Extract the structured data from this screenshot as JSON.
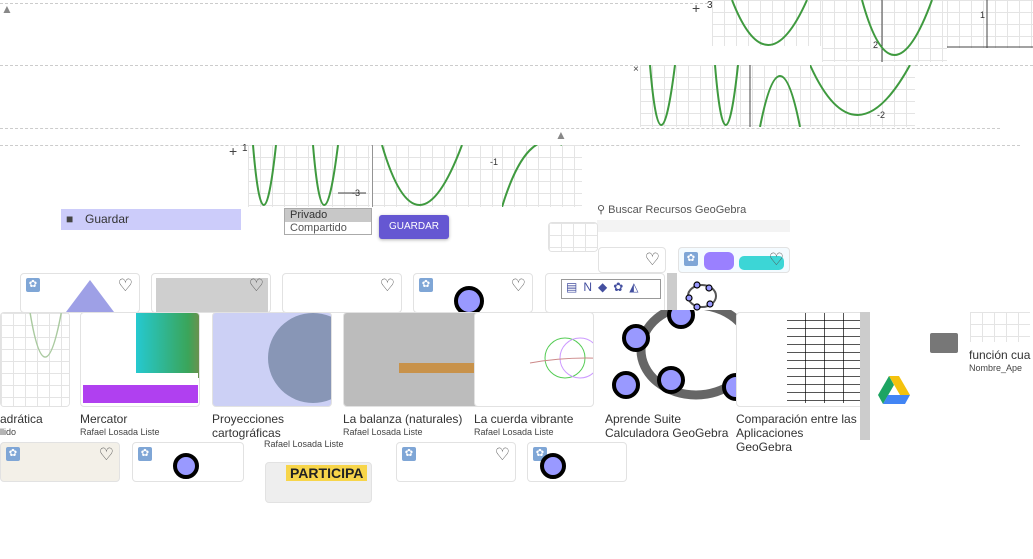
{
  "toolbar": {
    "save_label": "Guardar",
    "save_button": "GUARDAR"
  },
  "visibility": {
    "options": [
      "Privado",
      "Compartido"
    ],
    "selected": "Privado"
  },
  "search": {
    "placeholder": "Buscar Recursos GeoGebra"
  },
  "graph_labels": {
    "a": "3",
    "b": "1",
    "c": "2",
    "d": "-1",
    "e": "-2",
    "f": "-3",
    "g": "1"
  },
  "cards": [
    {
      "title": "adrática",
      "author": "llido"
    },
    {
      "title": "Mercator",
      "author": "Rafael Losada Liste"
    },
    {
      "title": "Proyecciones cartográficas",
      "author": "Rafael Losada Liste"
    },
    {
      "title": "La balanza (naturales)",
      "author": "Rafael Losada Liste"
    },
    {
      "title": "La cuerda vibrante",
      "author": "Rafael Losada Liste"
    },
    {
      "title": "Aprende Suite Calculadora GeoGebra",
      "author": ""
    },
    {
      "title": "Comparación entre las Aplicaciones GeoGebra",
      "author": ""
    }
  ],
  "file": {
    "title": "función cua",
    "author": "Nombre_Ape"
  },
  "colors": {
    "accent": "#6557d2",
    "save_bg": "#ccccfa",
    "curve": "#3f9a3f",
    "ggb_point": "#9999ff"
  }
}
